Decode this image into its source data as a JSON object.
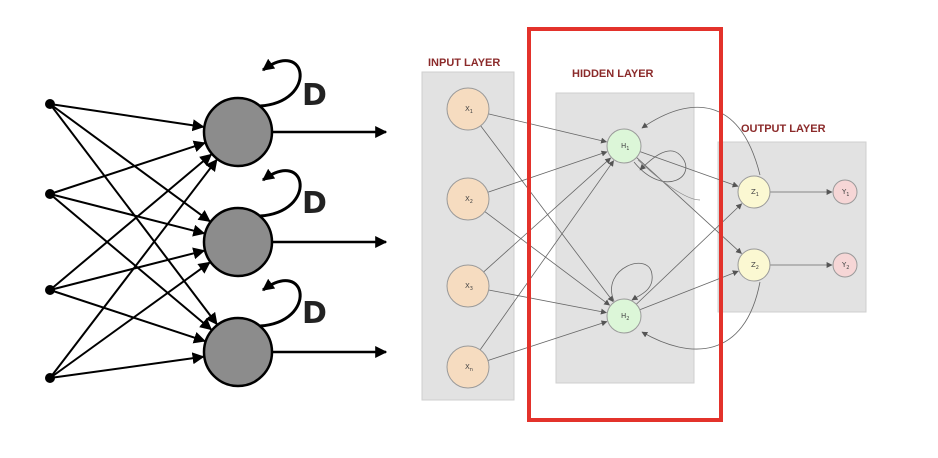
{
  "left_network": {
    "feedback_label": "D",
    "input_count": 4,
    "neuron_count": 3
  },
  "right_network": {
    "layers": {
      "input": "INPUT LAYER",
      "hidden": "HIDDEN LAYER",
      "output": "OUTPUT LAYER"
    },
    "input_nodes": [
      {
        "label": "X",
        "sub": "1"
      },
      {
        "label": "X",
        "sub": "2"
      },
      {
        "label": "X",
        "sub": "3"
      },
      {
        "label": "X",
        "sub": "n"
      }
    ],
    "hidden_nodes": [
      {
        "label": "H",
        "sub": "1"
      },
      {
        "label": "H",
        "sub": "2"
      }
    ],
    "output_nodes": [
      {
        "label": "Z",
        "sub": "1"
      },
      {
        "label": "Z",
        "sub": "2"
      }
    ],
    "final_nodes": [
      {
        "label": "Y",
        "sub": "1"
      },
      {
        "label": "Y",
        "sub": "2"
      }
    ]
  },
  "colors": {
    "neuron_fill": "#8c8c8c",
    "input_fill": "#f6dcc0",
    "hidden_fill": "#dcf6d8",
    "output_fill": "#fbf8d2",
    "final_fill": "#f6d6d6",
    "panel_fill": "#e2e2e2",
    "highlight": "#e3322b",
    "layer_label": "#8b2a2a"
  }
}
